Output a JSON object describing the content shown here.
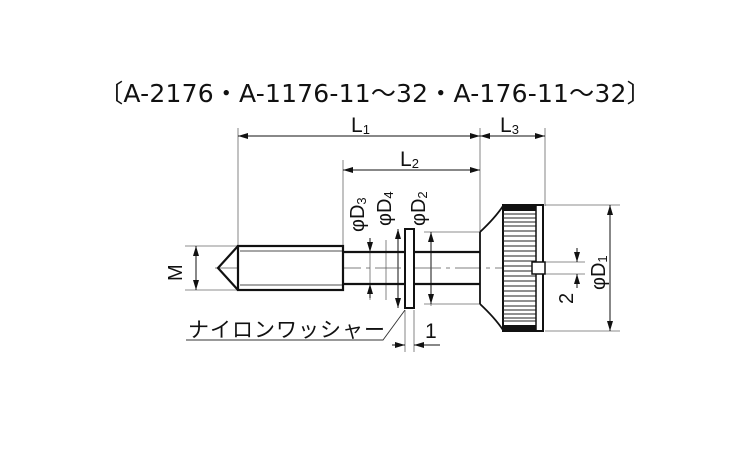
{
  "title": "〔A-2176・A-1176-11〜32・A-176-11〜32〕",
  "dimensions": {
    "L1": {
      "main": "L",
      "sub": "1"
    },
    "L2": {
      "main": "L",
      "sub": "2"
    },
    "L3": {
      "main": "L",
      "sub": "3"
    },
    "D1": {
      "main": "φD",
      "sub": "1"
    },
    "D2": {
      "main": "φD",
      "sub": "2"
    },
    "D3": {
      "main": "φD",
      "sub": "3"
    },
    "D4": {
      "main": "φD",
      "sub": "4"
    },
    "M": "M",
    "slot_width": "2",
    "washer_thickness": "1"
  },
  "callouts": {
    "washer_label": "ナイロンワッシャー"
  },
  "colors": {
    "line": "#111111",
    "thin_line": "#555555",
    "background": "#ffffff"
  }
}
